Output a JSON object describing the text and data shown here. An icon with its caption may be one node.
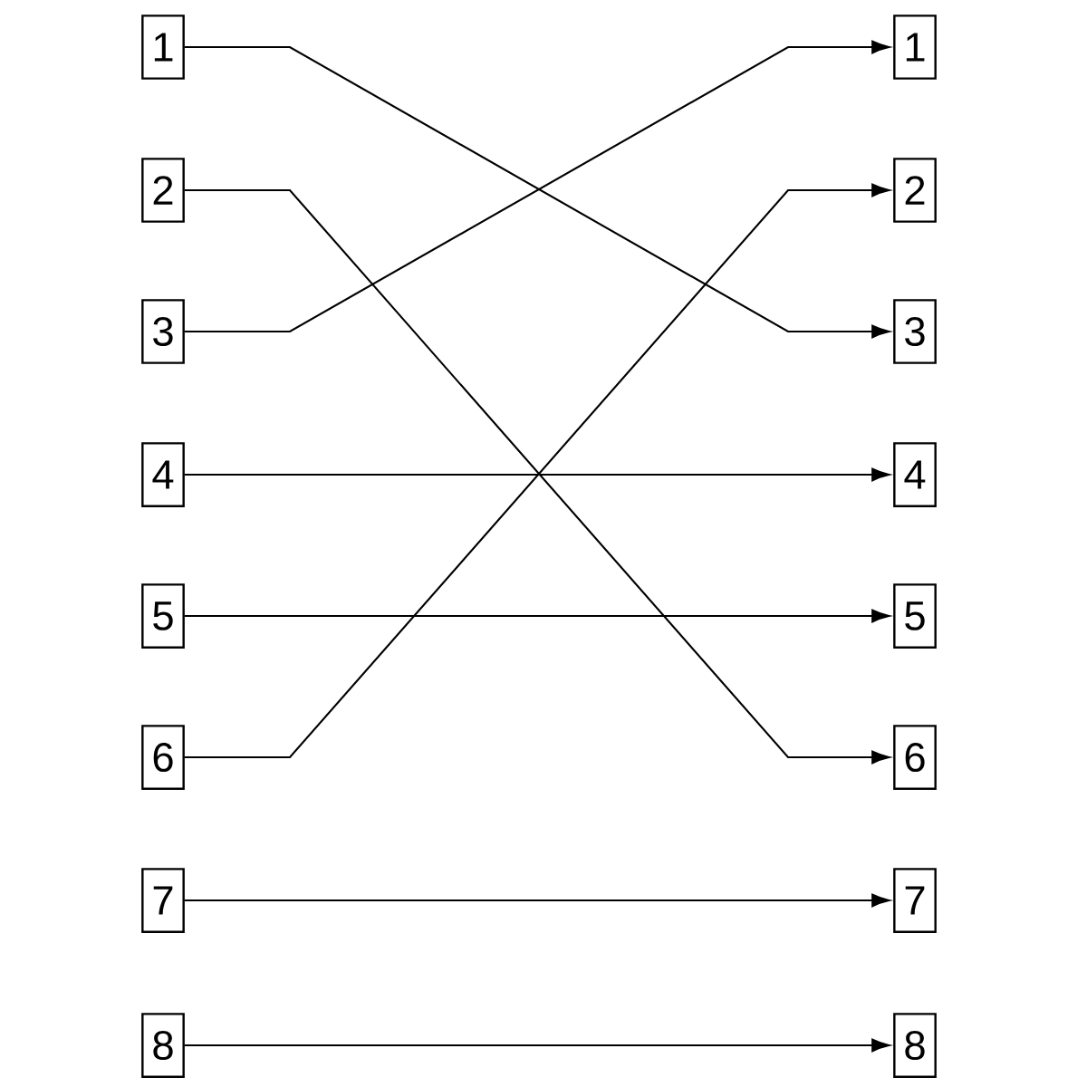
{
  "diagram": {
    "nodes": [
      {
        "text": [
          "1"
        ]
      },
      {
        "text": [
          "2"
        ]
      },
      {
        "text": [
          "3"
        ]
      },
      {
        "text": [
          "4"
        ]
      },
      {
        "text": [
          "5"
        ]
      },
      {
        "text": [
          "6"
        ]
      },
      {
        "text": [
          "7"
        ]
      },
      {
        "text": [
          "8"
        ]
      },
      {
        "text": [
          "1"
        ]
      },
      {
        "text": [
          "2"
        ]
      },
      {
        "text": [
          "3"
        ]
      },
      {
        "text": [
          "4"
        ]
      },
      {
        "text": [
          "5"
        ]
      },
      {
        "text": [
          "6"
        ]
      },
      {
        "text": [
          "7"
        ]
      },
      {
        "text": [
          "8"
        ]
      }
    ],
    "edges": [
      {
        "from": 0,
        "to": 10,
        "arrow": "to"
      },
      {
        "from": 1,
        "to": 13,
        "arrow": "to"
      },
      {
        "from": 2,
        "to": 8,
        "arrow": "to"
      },
      {
        "from": 3,
        "to": 11,
        "arrow": "to"
      },
      {
        "from": 4,
        "to": 12,
        "arrow": "to"
      },
      {
        "from": 5,
        "to": 9,
        "arrow": "to"
      },
      {
        "from": 6,
        "to": 14,
        "arrow": "to"
      },
      {
        "from": 7,
        "to": 15,
        "arrow": "to"
      }
    ]
  }
}
